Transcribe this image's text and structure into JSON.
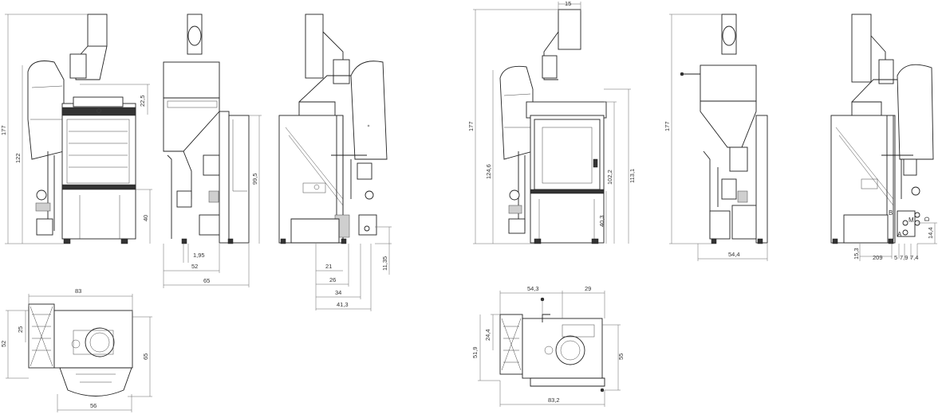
{
  "dimensions": {
    "d177_a": "177",
    "d122": "122",
    "d22_5": "22,5",
    "d40_a": "40",
    "d99_5": "99,5",
    "d1_95": "1,95",
    "d52_a": "52",
    "d65_a": "65",
    "d21": "21",
    "d26": "26",
    "d34": "34",
    "d41_3": "41,3",
    "d11_35": "11,35",
    "d15": "15",
    "d177_b": "177",
    "d124_6": "124,6",
    "d102_2": "102,2",
    "d113_1": "113,1",
    "d40_3": "40,3",
    "d177_c": "177",
    "d54_4": "54,4",
    "d14_4": "14,4",
    "d15_3": "15,3",
    "d209": "209",
    "d5": "5",
    "d7_9": "7,9",
    "d7_4": "7,4",
    "d83": "83",
    "d25": "25",
    "d52_b": "52",
    "d65_b": "65",
    "d56": "56",
    "d54_3": "54,3",
    "d29": "29",
    "d24_4": "24,4",
    "d51_9": "51,9",
    "d55": "55",
    "d83_2": "83,2"
  },
  "connection_labels": {
    "b": "B",
    "m": "M",
    "a": "A",
    "d": "D"
  }
}
